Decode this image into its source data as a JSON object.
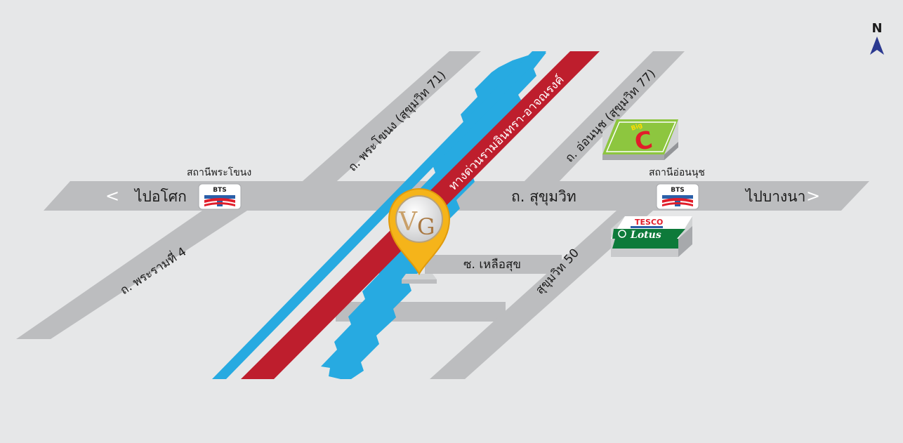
{
  "map": {
    "north_label": "N",
    "roads": {
      "sukhumvit": "ถ. สุขุมวิท",
      "phra_khanong": "ถ. พระโขนง (สุขุมวิท 71)",
      "on_nut": "ถ. อ่อนนุช (สุขุมวิท 77)",
      "rama4": "ถ. พระรามที่ 4",
      "soi_lueasuk": "ซ. เหลือสุข",
      "sukhumvit50": "สุขุมวิท 50",
      "expressway": "ทางด่วนรามอินทรา-อาจณรงค์"
    },
    "directions": {
      "left": "ไปอโศก",
      "right": "ไปบางนา",
      "left_arrow": "<",
      "right_arrow": ">"
    },
    "stations": {
      "phra_khanong": "สถานีพระโขนง",
      "on_nut": "สถานีอ่อนนุช",
      "bts_badge": "BTS"
    },
    "landmarks": {
      "bigc_top": "Big",
      "bigc_letter": "C",
      "tesco": "TESCO",
      "lotus": "Lotus"
    },
    "marker": {
      "logo_v": "V",
      "logo_g": "G"
    },
    "colors": {
      "background": "#e6e7e8",
      "road": "#bcbdbf",
      "expressway": "#be1e2d",
      "rail": "#27aae1",
      "marker": "#f5b41a",
      "north_arrow": "#2b3990",
      "bigc_green": "#8dc63f",
      "lotus_green": "#0d7a3a"
    }
  }
}
